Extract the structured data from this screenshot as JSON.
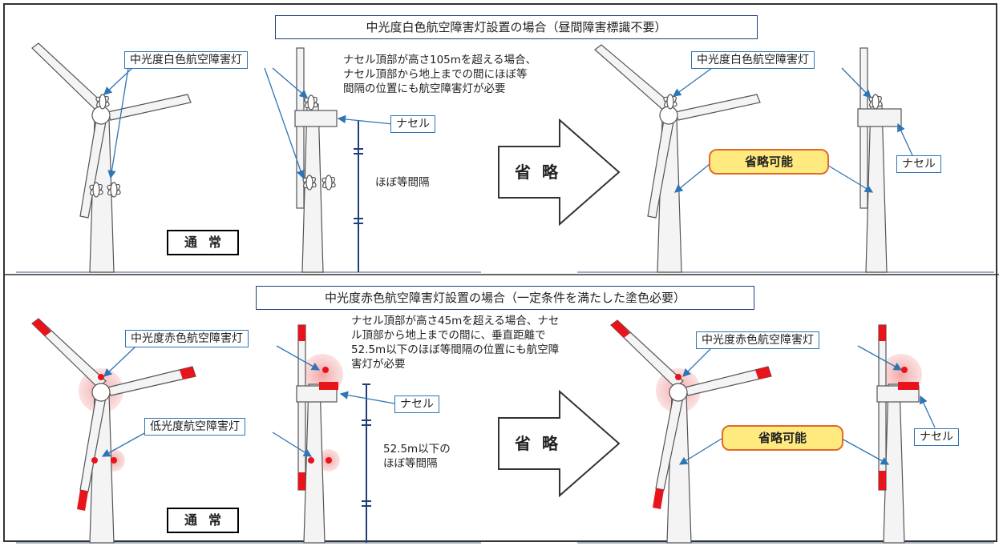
{
  "top": {
    "title": "中光度白色航空障害灯設置の場合（昼間障害標識不要）",
    "label_mid_white_left": "中光度白色航空障害灯",
    "label_mid_white_right": "中光度白色航空障害灯",
    "note": "ナセル頂部が高さ105mを超える場合、\nナセル頂部から地上までの間にほぼ等\n間隔の位置にも航空障害灯が必要",
    "nacelle_left": "ナセル",
    "nacelle_right": "ナセル",
    "spacing": "ほぼ等間隔",
    "usual": "通常",
    "arrow": "省略",
    "omit": "省略可能"
  },
  "bottom": {
    "title": "中光度赤色航空障害灯設置の場合（一定条件を満たした塗色必要）",
    "label_mid_red_left": "中光度赤色航空障害灯",
    "label_mid_red_right": "中光度赤色航空障害灯",
    "label_low": "低光度航空障害灯",
    "note": "ナセル頂部が高さ45mを超える場合、ナセ\nル頂部から地上までの間に、垂直距離で\n52.5m以下のほぼ等間隔の位置にも航空障\n害灯が必要",
    "nacelle_left": "ナセル",
    "nacelle_right": "ナセル",
    "spacing": "52.5m以下の\nほぼ等間隔",
    "usual": "通常",
    "arrow": "省略",
    "omit": "省略可能"
  },
  "colors": {
    "label_border": "#2e75b6",
    "title_border": "#1f3f7a",
    "blade_red": "#e8141c",
    "glow_red": "#f6b3b3",
    "omit_fill": "#ffea80",
    "omit_border": "#e06a2a"
  }
}
